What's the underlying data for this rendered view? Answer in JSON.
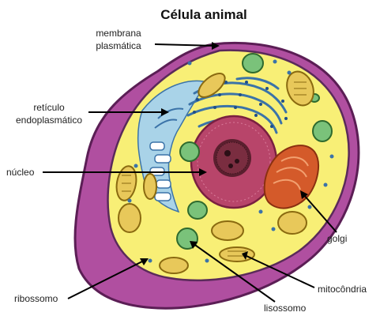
{
  "title": "Célula animal",
  "labels": {
    "membrana": [
      "membrana",
      "plasmática"
    ],
    "reticulo": [
      "retículo",
      "endoplasmático"
    ],
    "nucleo": "núcleo",
    "golgi": "golgi",
    "ribossomo": "ribossomo",
    "mitocondria": "mitocôndria",
    "lisossomo": "lisossomo"
  },
  "colors": {
    "outer_membrane": "#7a2a6e",
    "purple_fill": "#b04fa0",
    "cytoplasm": "#f8ef76",
    "nucleus": "#b8456a",
    "nucleolus": "#6a1f33",
    "er_blue": "#a9d3e8",
    "er_dark": "#3b73a8",
    "golgi": "#d45a2a",
    "lysosome_green": "#7ac27a",
    "mitochondria": "#e8c85a"
  }
}
